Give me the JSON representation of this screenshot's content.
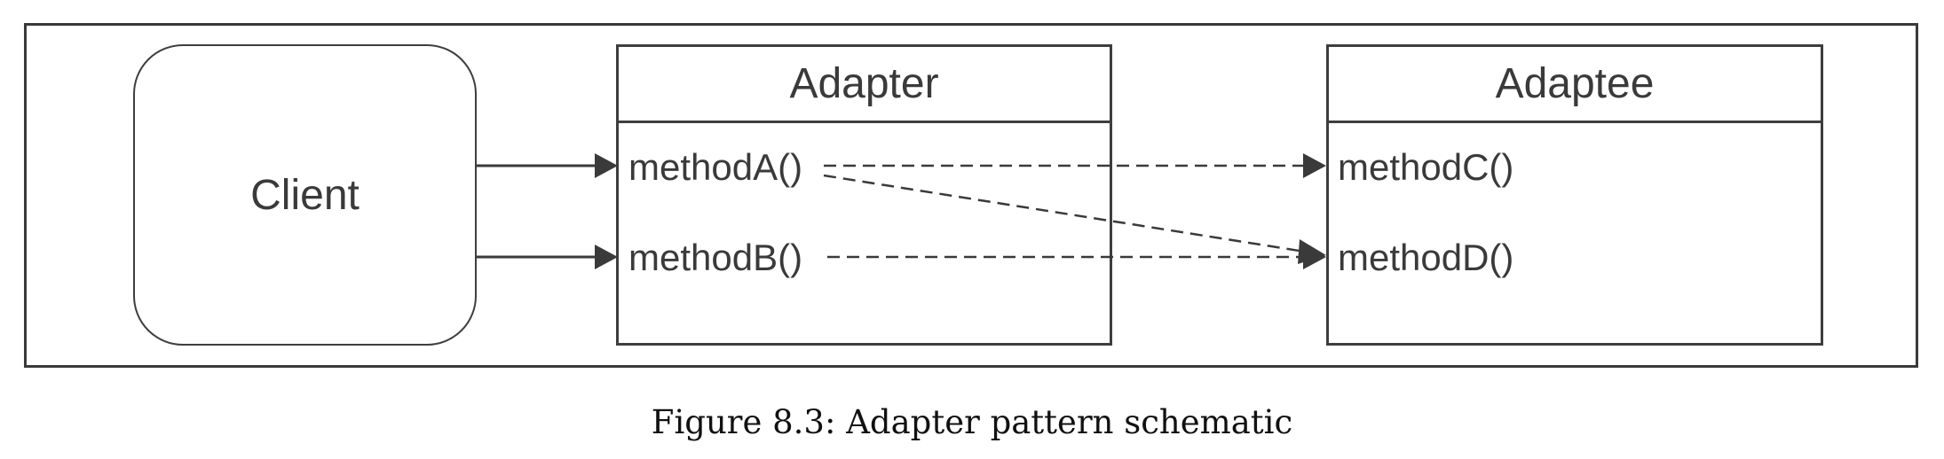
{
  "diagram": {
    "client": {
      "label": "Client"
    },
    "adapter": {
      "title": "Adapter",
      "methods": [
        "methodA()",
        "methodB()"
      ]
    },
    "adaptee": {
      "title": "Adaptee",
      "methods": [
        "methodC()",
        "methodD()"
      ]
    },
    "edges": [
      {
        "from": "Client",
        "to": "methodA()",
        "style": "solid"
      },
      {
        "from": "Client",
        "to": "methodB()",
        "style": "solid"
      },
      {
        "from": "methodA()",
        "to": "methodC()",
        "style": "dashed"
      },
      {
        "from": "methodA()",
        "to": "methodD()",
        "style": "dashed"
      },
      {
        "from": "methodB()",
        "to": "methodD()",
        "style": "dashed"
      }
    ],
    "colors": {
      "line": "#3a3a3a",
      "text": "#3a3a3a"
    }
  },
  "caption": "Figure 8.3: Adapter pattern schematic"
}
